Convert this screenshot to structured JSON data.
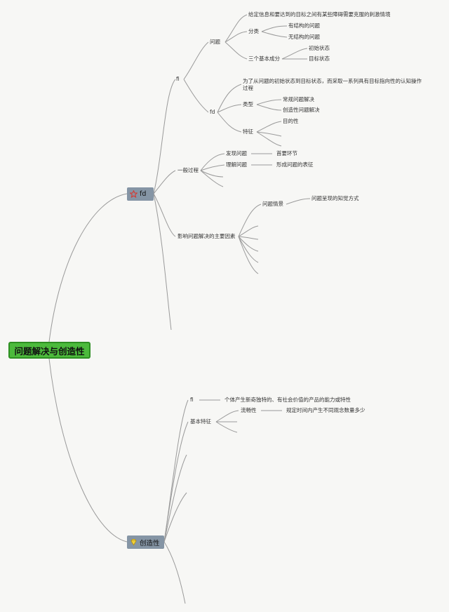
{
  "root": "问题解决与创造性",
  "branch1": {
    "label": "fd",
    "icon": "star-icon",
    "icon_color": "#d9342b",
    "def": {
      "label": "fi",
      "problem": {
        "label": "问题",
        "text": "给定信息和要达到的目标之间有某些障碍需要克服的刺激情境",
        "classify": {
          "label": "分类",
          "items": [
            "有结构的问题",
            "无结构的问题"
          ]
        },
        "components": {
          "label": "三个基本成分",
          "items": [
            "初始状态",
            "目标状态"
          ]
        }
      },
      "solving": {
        "label": "fd",
        "text": "为了从问题的初始状态到目标状态，而采取一系列具有目标指向性的认知操作过程",
        "types": {
          "label": "类型",
          "items": [
            "常规问题解决",
            "创造性问题解决"
          ]
        },
        "features": {
          "label": "特征",
          "items": [
            "目的性"
          ]
        }
      }
    },
    "process": {
      "label": "一般过程",
      "steps": [
        {
          "label": "发现问题",
          "desc": "首要环节"
        },
        {
          "label": "理解问题",
          "desc": "形成问题的表征"
        }
      ]
    },
    "factors": {
      "label": "影响问题解决的主要因素",
      "situation": {
        "label": "问题情景",
        "desc": "问题呈现的知觉方式"
      }
    }
  },
  "branch2": {
    "label": "创造性",
    "icon": "gem-icon",
    "icon_color": "#e8c21c",
    "def": {
      "label": "fi",
      "text": "个体产生新奇独特的、有社会价值的产品的能力或特性"
    },
    "features": {
      "label": "基本特征",
      "fluency": {
        "label": "流畅性",
        "desc": "规定时间内产生不同观念数量多少"
      }
    }
  }
}
